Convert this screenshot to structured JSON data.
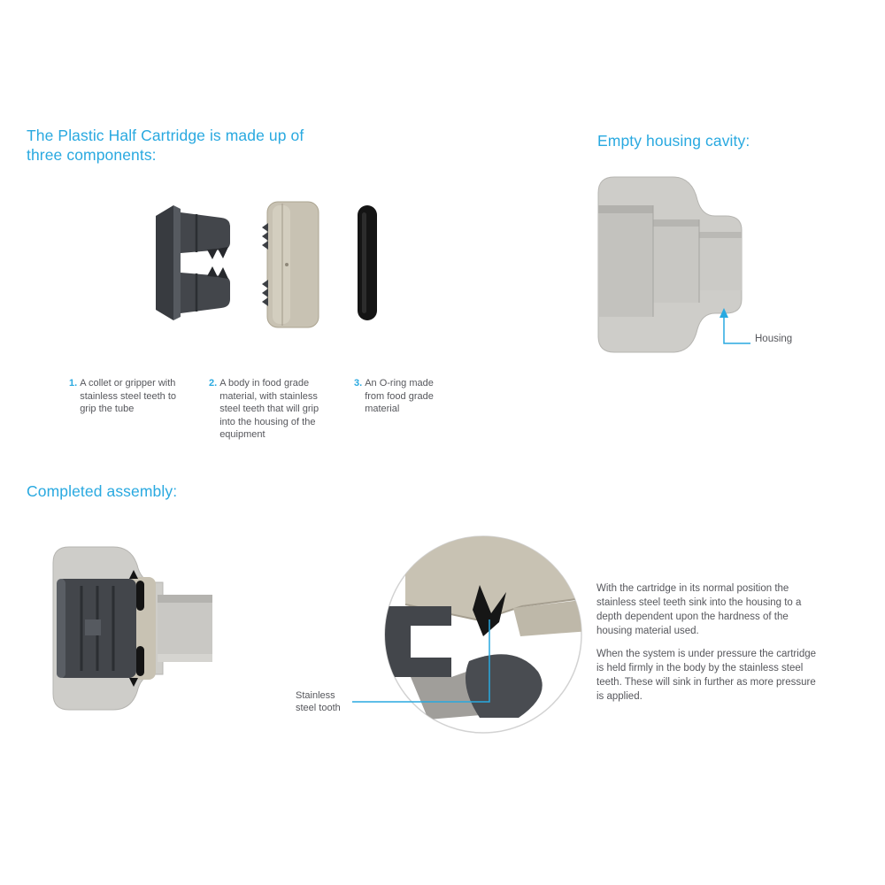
{
  "colors": {
    "accent": "#29a9e0",
    "text": "#56575c",
    "part_dark": "#43464b",
    "part_beige": "#c8c2b3",
    "part_gray": "#cecdc9",
    "oring_black": "#141414"
  },
  "components_section": {
    "heading": "The Plastic Half Cartridge is made up of three components:",
    "items": [
      {
        "num": "1.",
        "text": "A collet or gripper with stainless steel teeth to grip the tube"
      },
      {
        "num": "2.",
        "text": "A body in food grade material, with stainless steel teeth that will grip into the housing of the equipment"
      },
      {
        "num": "3.",
        "text": "An O-ring made from food grade material"
      }
    ]
  },
  "housing_section": {
    "heading": "Empty housing cavity:",
    "callout_label": "Housing"
  },
  "assembly_section": {
    "heading": "Completed assembly:",
    "tooth_callout_label": "Stainless steel tooth",
    "paragraphs": [
      "With the cartridge in its normal position the stainless steel teeth sink into the housing to a depth dependent upon the hardness of the housing material used.",
      "When the system is under pressure the cartridge is held firmly in the body by the stainless steel teeth. These will sink in further as more pressure is applied."
    ]
  }
}
